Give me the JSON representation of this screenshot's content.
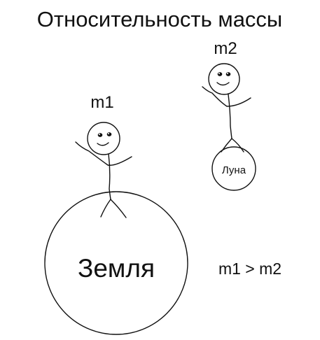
{
  "title": "Относительность массы",
  "figures": {
    "m1": {
      "label": "m1"
    },
    "m2": {
      "label": "m2"
    }
  },
  "bodies": {
    "earth": {
      "label": "Земля"
    },
    "moon": {
      "label": "Луна"
    }
  },
  "relation": "m1 > m2"
}
